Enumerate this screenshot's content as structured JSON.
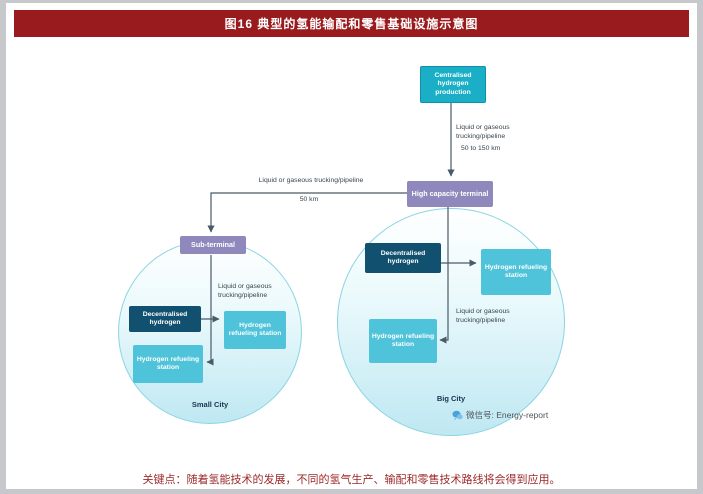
{
  "header": {
    "title": "图16 典型的氢能输配和零售基础设施示意图"
  },
  "footer": {
    "caption": "关键点：随着氢能技术的发展，不同的氢气生产、输配和零售技术路线将会得到应用。"
  },
  "watermark": {
    "label": "微信号: Energy-report"
  },
  "diagram": {
    "nodes": {
      "centralised_production": "Centralised hydrogen production",
      "high_capacity_terminal": "High capacity terminal",
      "sub_terminal": "Sub-terminal",
      "decentralised_hydrogen": "Decentralised hydrogen",
      "refueling_station": "Hydrogen refueling station"
    },
    "cities": {
      "small_city": "Small City",
      "big_city": "Big City"
    },
    "edges": {
      "production_to_terminal": {
        "label": "Liquid or gaseous trucking/pipeline",
        "distance": "50 to 150 km"
      },
      "terminal_to_subterminal": {
        "label": "Liquid or gaseous trucking/pipeline",
        "distance": "50 km"
      },
      "subterminal_to_stations": {
        "label": "Liquid or gaseous trucking/pipeline"
      },
      "terminal_to_stations": {
        "label": "Liquid or gaseous trucking/pipeline"
      }
    },
    "colors": {
      "title_bar": "#9a1b1e",
      "production_box": "#1aafc6",
      "terminal_box": "#8f88bd",
      "decentralised_box": "#11506f",
      "station_box": "#4fc3d9",
      "arrow": "#4a5b68",
      "circle_fill_bottom": "#bfe8f2",
      "circle_stroke": "#8bd4e4",
      "caption_text": "#9c2a28"
    }
  }
}
